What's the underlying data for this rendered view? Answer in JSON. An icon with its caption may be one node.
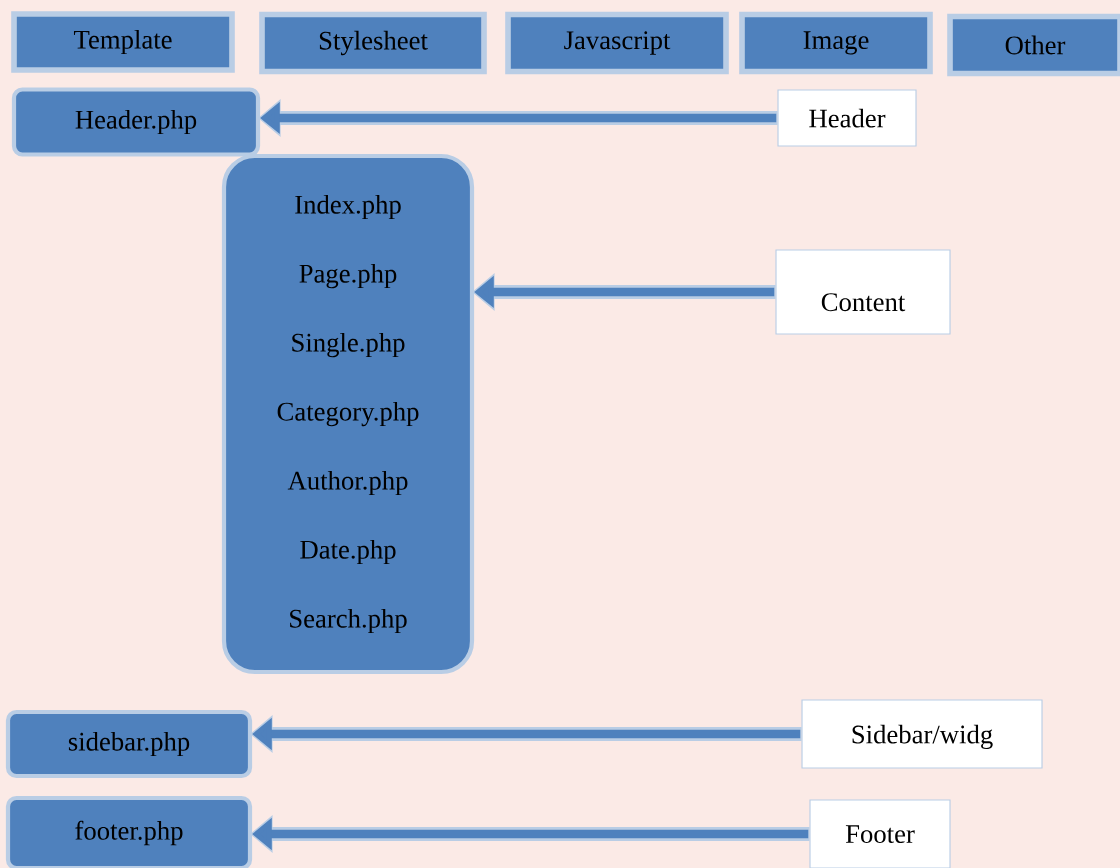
{
  "diagram": {
    "nodes": [
      {
        "text": [
          "Template"
        ]
      },
      {
        "text": [
          "Stylesheet"
        ]
      },
      {
        "text": [
          "Javascript"
        ]
      },
      {
        "text": [
          "Image"
        ]
      },
      {
        "text": [
          "Other"
        ]
      },
      {
        "text": [
          "Header.php"
        ]
      },
      {
        "text": [
          "Header"
        ]
      },
      {
        "text": [
          "Index.php",
          "Page.php",
          "Single.php",
          "Category.php",
          "Author.php",
          "Date.php",
          "Search.php"
        ]
      },
      {
        "text": [
          "Content"
        ]
      },
      {
        "text": [
          "sidebar.php"
        ]
      },
      {
        "text": [
          "Sidebar/widg"
        ]
      },
      {
        "text": [
          "footer.php"
        ]
      },
      {
        "text": [
          "Footer"
        ]
      }
    ],
    "edges": [
      {
        "from": 6,
        "to": 5,
        "arrow": "to"
      },
      {
        "from": 8,
        "to": 7,
        "arrow": "to"
      },
      {
        "from": 10,
        "to": 9,
        "arrow": "to"
      },
      {
        "from": 12,
        "to": 11,
        "arrow": "to"
      }
    ]
  }
}
